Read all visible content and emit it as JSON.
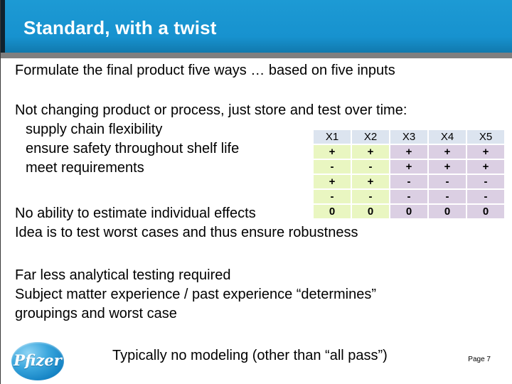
{
  "slide": {
    "title": "Standard, with a twist",
    "page_label": "Page 7"
  },
  "colors": {
    "header_blue": "#1792cf",
    "header_left_edge": "#10222e",
    "divider_gray": "#7f7f7f",
    "table_header_bg": "#dce4ef",
    "table_group1_bg": "#e9f6c1",
    "table_group2_bg": "#dbcfe3",
    "logo_blue": "#1583c4"
  },
  "body": {
    "line1": "Formulate the final product five ways …  based on five inputs",
    "para2_heading": "Not changing product or process, just store and test over time:",
    "para2_items": [
      "supply chain flexibility",
      "ensure safety throughout shelf life",
      "meet requirements"
    ],
    "line3a": "No ability to estimate individual effects",
    "line3b": "Idea is to test worst cases and thus ensure robustness",
    "para4_lines": [
      "Far less analytical testing required",
      "Subject matter experience / past experience “determines”",
      "groupings and worst case"
    ],
    "footer_note": "Typically no modeling (other than “all pass”)"
  },
  "table": {
    "headers": [
      "X1",
      "X2",
      "X3",
      "X4",
      "X5"
    ],
    "rows": [
      [
        "+",
        "+",
        "+",
        "+",
        "+"
      ],
      [
        "-",
        "-",
        "+",
        "+",
        "+"
      ],
      [
        "+",
        "+",
        "-",
        "-",
        "-"
      ],
      [
        "-",
        "-",
        "-",
        "-",
        "-"
      ],
      [
        "0",
        "0",
        "0",
        "0",
        "0"
      ]
    ]
  },
  "logo": {
    "text": "Pfizer"
  }
}
